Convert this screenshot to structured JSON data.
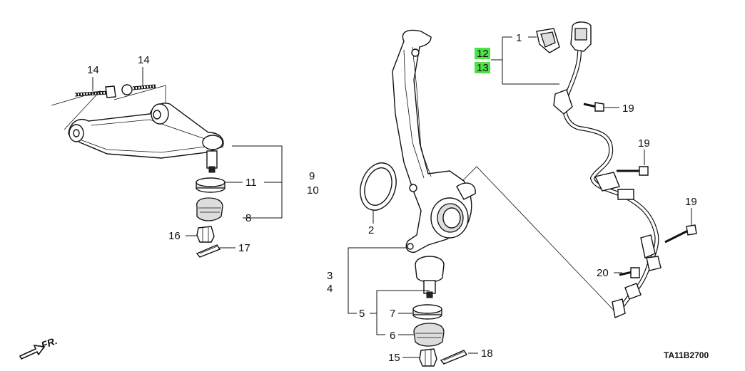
{
  "labels": {
    "l1": "1",
    "l2": "2",
    "l3": "3",
    "l4": "4",
    "l5": "5",
    "l6": "6",
    "l7": "7",
    "l8": "8",
    "l9": "9",
    "l10": "10",
    "l11": "11",
    "l12": "12",
    "l13": "13",
    "l14a": "14",
    "l14b": "14",
    "l15": "15",
    "l16": "16",
    "l17": "17",
    "l18": "18",
    "l19a": "19",
    "l19b": "19",
    "l19c": "19",
    "l20": "20"
  },
  "highlight_color": "#4fe04a",
  "front_label": "FR.",
  "diagram_code": "TA11B2700"
}
